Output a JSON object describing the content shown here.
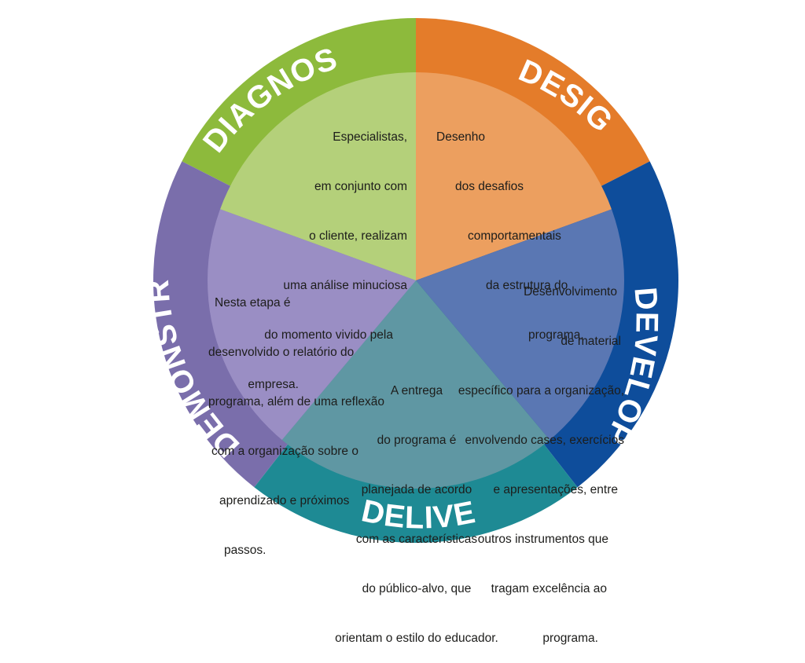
{
  "colors": {
    "diagnostic_outer": "#8dba3c",
    "diagnostic_inner": "#b4d07a",
    "design_outer": "#e47c2a",
    "design_inner": "#ec9f5f",
    "development_outer": "#0e4d9b",
    "development_inner": "#5a77b3",
    "delivery_outer": "#1e8a94",
    "delivery_inner": "#5f97a3",
    "demonstrate_outer": "#7a6eab",
    "demonstrate_inner": "#9a8ec4",
    "label_text": "#ffffff",
    "body_text": "#1d1d1b"
  },
  "stages": [
    {
      "id": "diagnostic",
      "title": "DIAGNOSTIC",
      "lines": [
        "Especialistas,",
        "em conjunto com",
        "o cliente, realizam",
        "uma análise minuciosa",
        "do momento vivido pela",
        "empresa."
      ]
    },
    {
      "id": "design",
      "title": "DESIGN",
      "lines": [
        "Desenho",
        "dos desafios",
        "comportamentais",
        "da estrutura do",
        "programa."
      ]
    },
    {
      "id": "development",
      "title": "DEVELOPMENT",
      "lines": [
        "Desenvolvimento",
        "de material",
        "específico para a organização,",
        "envolvendo cases, exercícios",
        "e apresentações, entre",
        "outros instrumentos que",
        "tragam excelência ao",
        "programa."
      ]
    },
    {
      "id": "delivery",
      "title": "DELIVERY",
      "lines": [
        "A entrega",
        "do programa é",
        "planejada de acordo",
        "com as características",
        "do público-alvo, que",
        "orientam o estilo do educador."
      ]
    },
    {
      "id": "demonstrate",
      "title": "DEMONSTRATE",
      "lines": [
        "Nesta etapa é",
        "desenvolvido o relatório do",
        "programa, além de uma reflexão",
        "com a organização sobre o",
        "aprendizado e próximos",
        "passos."
      ]
    }
  ]
}
